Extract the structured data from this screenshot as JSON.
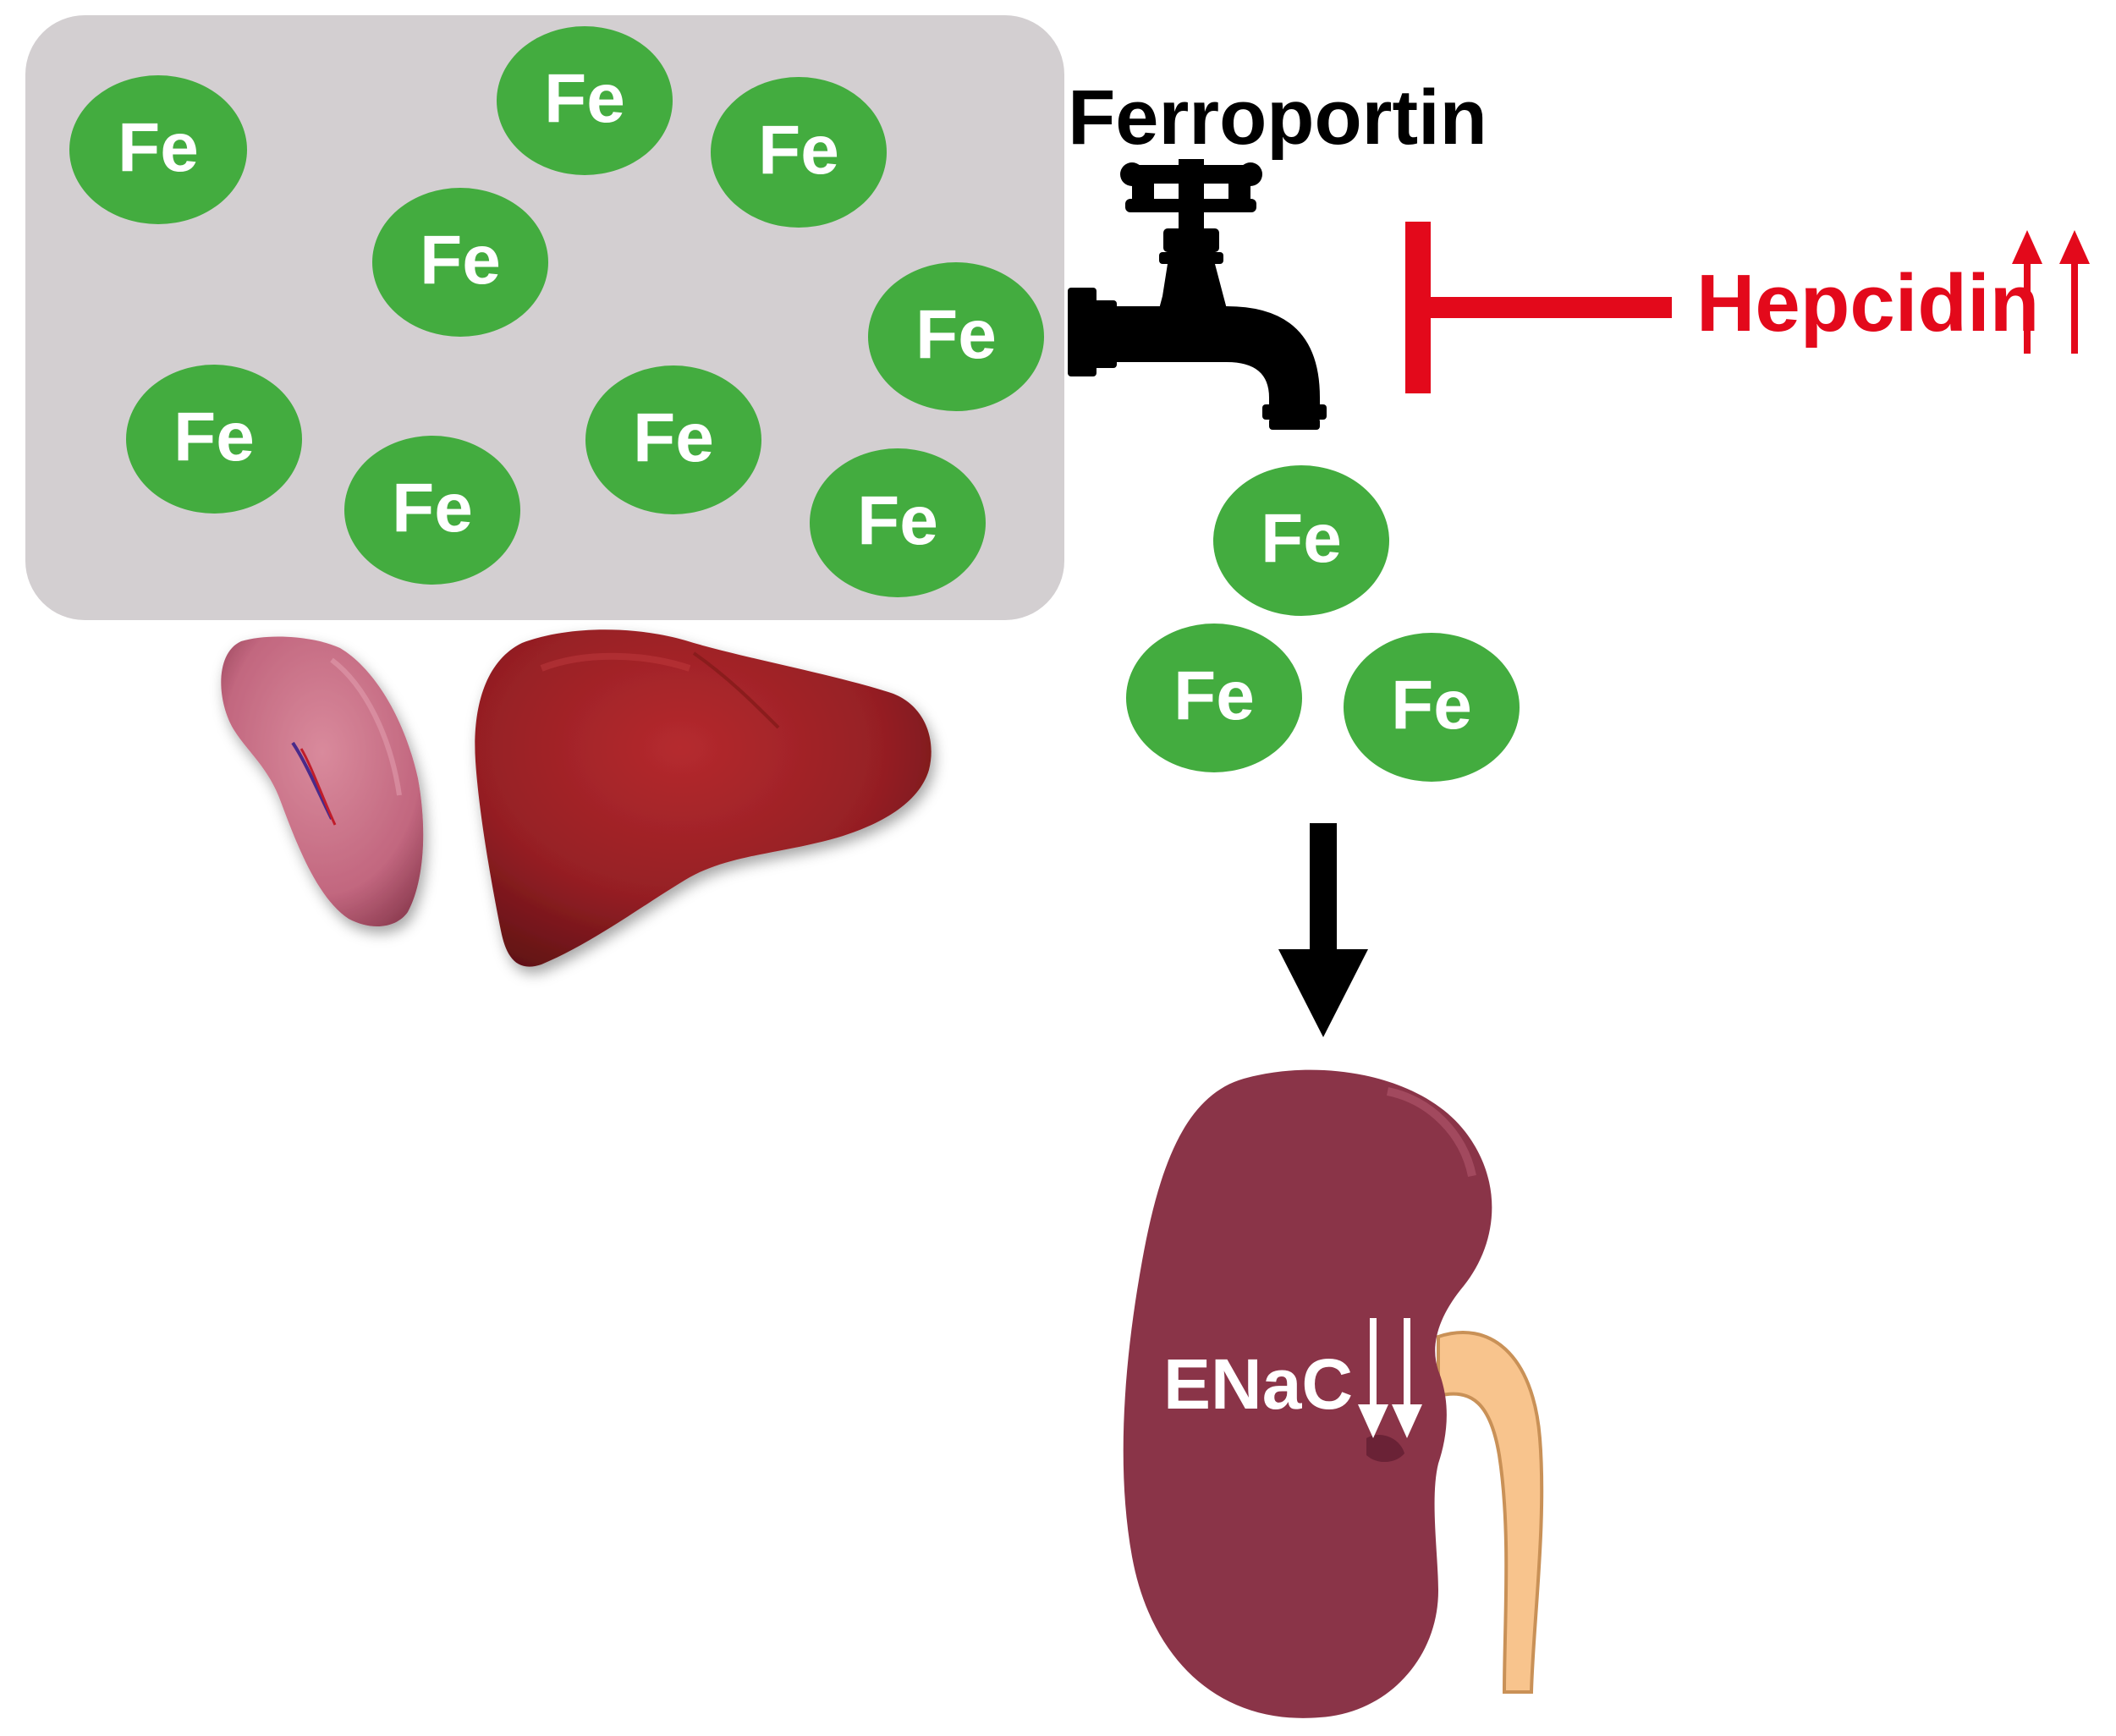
{
  "labels": {
    "ferroportin": "Ferroportin",
    "hepcidin": "Hepcidin",
    "enac": "ENaC",
    "iron": "Fe"
  },
  "colors": {
    "iron_fill": "#43ac3f",
    "iron_text": "#ffffff",
    "storage_box": "#d3cfd1",
    "hepcidin": "#e3091b",
    "faucet": "#000000",
    "arrow": "#000000",
    "spleen": "#c2677f",
    "liver": "#951f24",
    "kidney": "#8a3448",
    "ureter": "#f8c48d"
  },
  "icons": {
    "faucet": "faucet-icon",
    "spleen": "spleen-icon",
    "liver": "liver-icon",
    "kidney": "kidney-icon",
    "inhibition": "inhibition-bar-icon",
    "flow_arrow": "down-arrow-icon",
    "increase": "double-up-arrow-icon",
    "decrease": "double-down-arrow-icon"
  }
}
